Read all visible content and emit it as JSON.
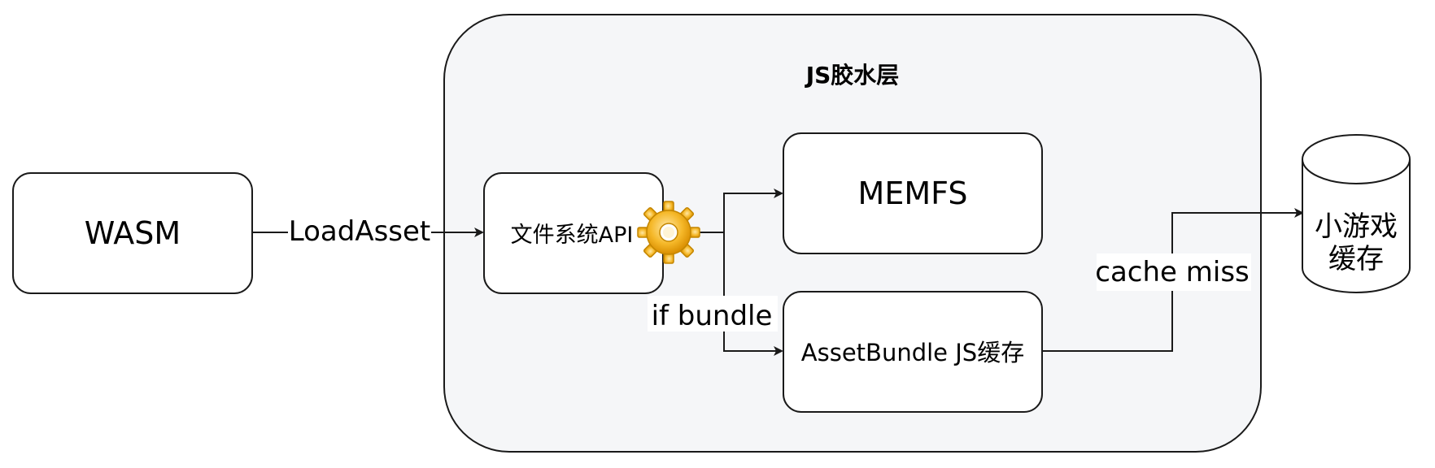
{
  "container": {
    "title": "JS胶水层"
  },
  "nodes": {
    "wasm": "WASM",
    "fs_api": "文件系统API",
    "memfs": "MEMFS",
    "assetbundle_cache": "AssetBundle JS缓存",
    "minigame_cache_line1": "小游戏",
    "minigame_cache_line2": "缓存"
  },
  "edges": {
    "load_asset": "LoadAsset",
    "if_bundle": "if bundle",
    "cache_miss": "cache miss"
  },
  "icons": {
    "fs_api_badge": "gear-icon"
  },
  "colors": {
    "stroke": "#1a1a1a",
    "container_fill": "#f5f6f8",
    "node_fill": "#ffffff",
    "gear_fill": "#f0b323",
    "gear_stroke": "#c48600"
  }
}
